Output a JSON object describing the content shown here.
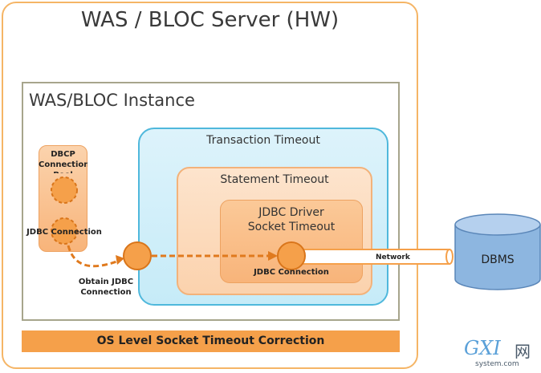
{
  "server": {
    "title": "WAS / BLOC Server (HW)"
  },
  "instance": {
    "title": "WAS/BLOC Instance"
  },
  "pool": {
    "title": "DBCP Connection Pool",
    "connection_label": "JDBC Connection"
  },
  "transaction": {
    "title": "Transaction Timeout"
  },
  "statement": {
    "title": "Statement Timeout"
  },
  "driver": {
    "title_line1": "JDBC Driver",
    "title_line2": "Socket Timeout",
    "connection_label": "JDBC Connection"
  },
  "obtain": {
    "line1": "Obtain JDBC",
    "line2": "Connection"
  },
  "network": {
    "label": "Network"
  },
  "dbms": {
    "label": "DBMS"
  },
  "os_bar": {
    "label": "OS Level Socket Timeout Correction"
  },
  "watermark": {
    "latin": "GXI",
    "cjk": "网",
    "sub": "system.com"
  },
  "colors": {
    "orange": "#f5a04a",
    "blue": "#4fb8dc",
    "dbms": "#7ba7d6"
  }
}
